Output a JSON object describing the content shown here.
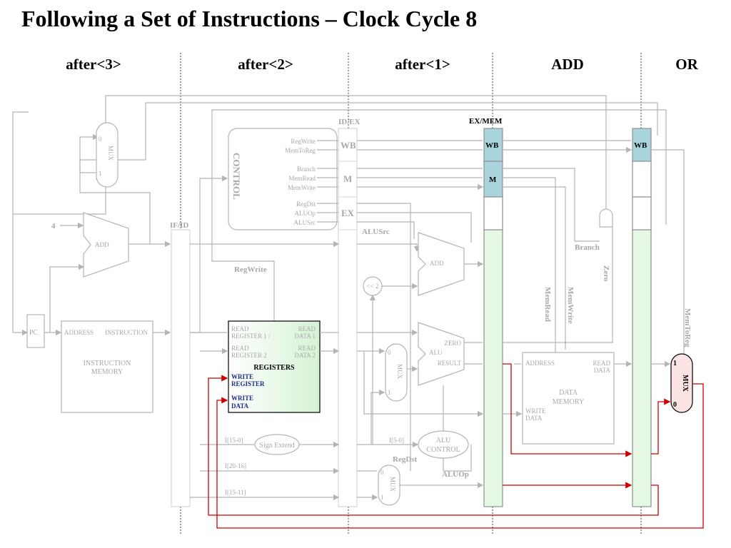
{
  "title": "Following a Set of Instructions – Clock Cycle 8",
  "stages": [
    "after<3>",
    "after<2>",
    "after<1>",
    "ADD",
    "OR"
  ],
  "registers": {
    "if_id": "IF/ID",
    "id_ex": "ID/EX",
    "ex_mem": "EX/MEM",
    "wb": "WB",
    "m": "M",
    "ex": "EX"
  },
  "control": {
    "name": "CONTROL",
    "signals": [
      "RegWrite",
      "MemToReg",
      "Branch",
      "MemRead",
      "MemWrite",
      "RegDst",
      "ALUOp",
      "ALUSrc"
    ]
  },
  "mux": {
    "label": "MUX",
    "in0": "0",
    "in1": "1"
  },
  "pc": "PC",
  "const_four": "4",
  "add_label": "ADD",
  "instr_mem": {
    "address": "ADDRESS",
    "instruction": "INSTRUCTION",
    "name_line1": "INSTRUCTION",
    "name_line2": "MEMORY"
  },
  "regfile": {
    "read_reg1_a": "READ",
    "read_reg1_b": "REGISTER 1 /",
    "read_reg2_a": "READ",
    "read_reg2_b": "REGISTER 2",
    "read_data1_a": "READ",
    "read_data1_b": "DATA 1",
    "read_data2_a": "READ",
    "read_data2_b": "DATA 2",
    "name": "REGISTERS",
    "write_reg_a": "WRITE",
    "write_reg_b": "REGISTER",
    "write_data_a": "WRITE",
    "write_data_b": "DATA"
  },
  "regwrite_label": "RegWrite",
  "alusrc_label": "ALUSrc",
  "shift": "<< 2",
  "alu": {
    "name": "ALU",
    "zero": "ZERO",
    "result": "RESULT"
  },
  "sign_extend": "Sign Extend",
  "fields": {
    "imm": "I[15-0]",
    "rt": "I[20-16]",
    "rd": "I[15-11]",
    "alu_ctrl_in": "I[5-0]"
  },
  "alu_control": {
    "line1": "ALU",
    "line2": "CONTROL"
  },
  "regdst_label": "RegDst",
  "aluop_label": "ALUOp",
  "side_labels": {
    "branch": "Branch",
    "zero": "Zero",
    "memread": "MemRead",
    "memwrite": "MemWrite",
    "memtoreg": "MemToReg"
  },
  "data_mem": {
    "address": "ADDRESS",
    "read_data_a": "READ",
    "read_data_b": "DATA",
    "write_data_a": "WRITE",
    "write_data_b": "DATA",
    "name_line1": "DATA",
    "name_line2": "MEMORY"
  },
  "colors": {
    "active_path": "#cc0000",
    "inactive": "#b4b4b4",
    "wb_fill": "#a9d4de",
    "reg_green": "#e4f8e4",
    "wb_mux_fill": "#fde4e4",
    "regfile_gradient": "#dff5df"
  }
}
